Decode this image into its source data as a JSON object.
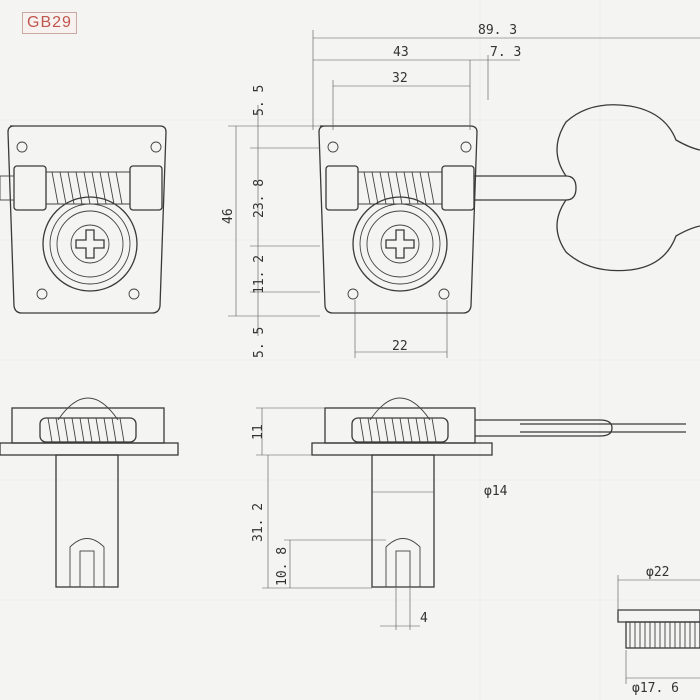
{
  "model_code": "GB29",
  "dimensions": {
    "overall_length": "89. 3",
    "length_43": "43",
    "length_7_3": "7. 3",
    "length_32": "32",
    "top_offset": "5. 5",
    "height_46": "46",
    "height_23_8": "23. 8",
    "height_11_2": "11. 2",
    "bottom_offset": "5. 5",
    "width_22": "22",
    "side_11": "11",
    "side_31_2": "31. 2",
    "side_10_8": "10. 8",
    "slot_4": "4",
    "post_dia": "φ14",
    "bushing_dia_22": "φ22",
    "bushing_dia_17_6": "φ17. 6"
  },
  "colors": {
    "line": "#3a3a3a",
    "label_border": "#c9a9a3",
    "label_text": "#c0564e",
    "background": "#f4f4f2"
  }
}
